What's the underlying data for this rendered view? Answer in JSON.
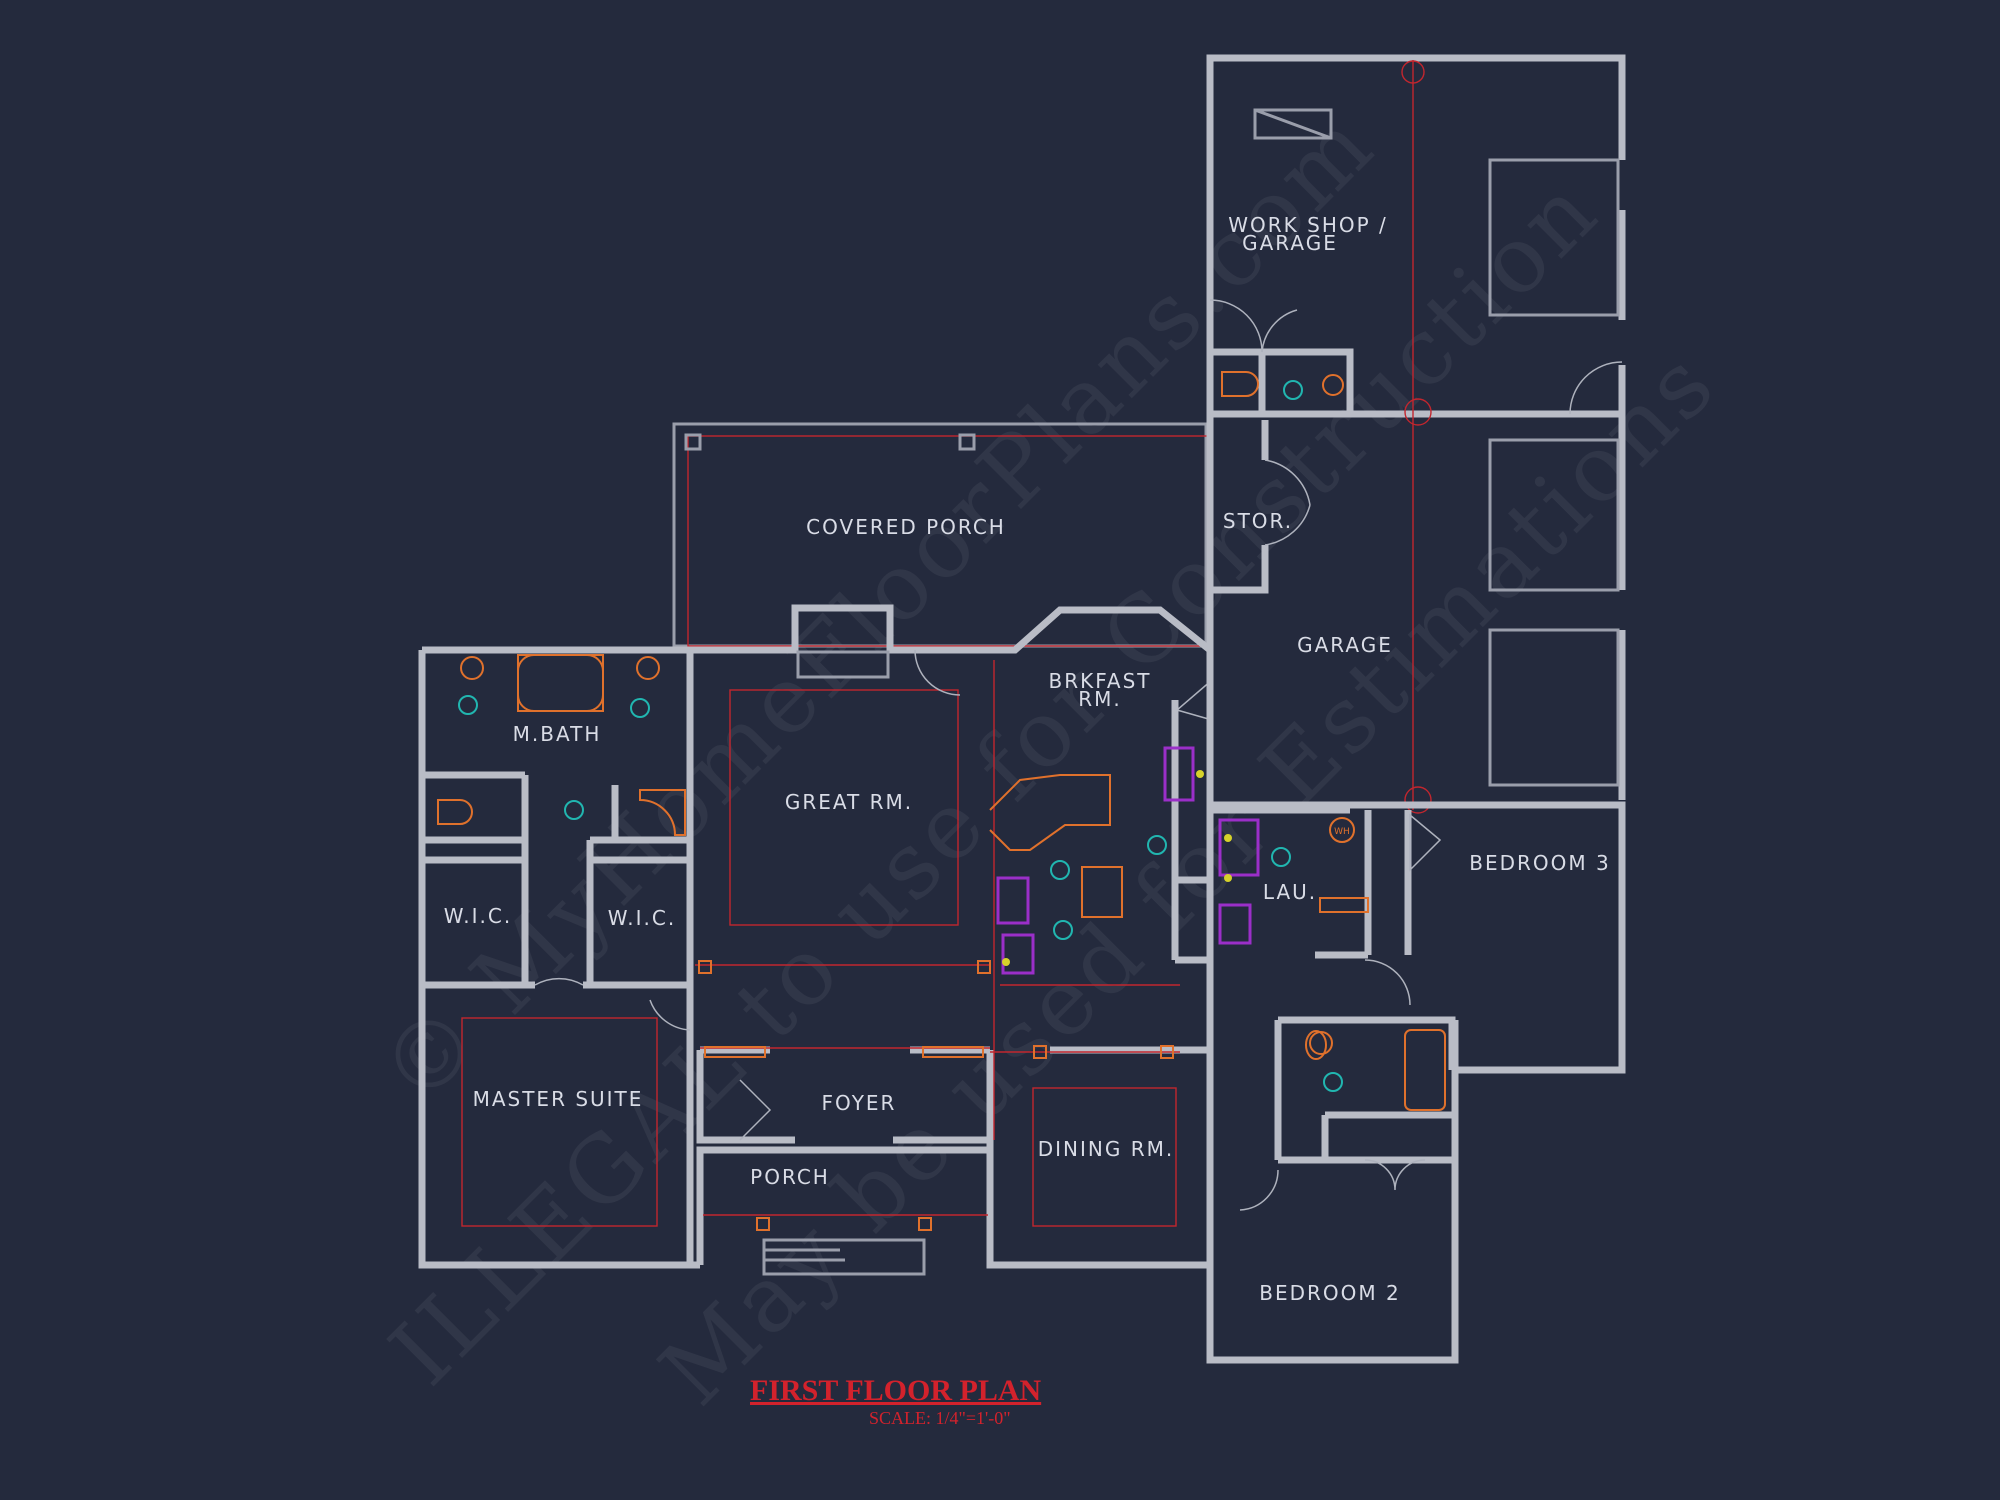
{
  "plan": {
    "title": "FIRST FLOOR PLAN",
    "scale": "SCALE: 1/4\"=1'-0\""
  },
  "rooms": {
    "workshop_line1": "WORK SHOP /",
    "workshop_line2": "GARAGE",
    "covered_porch": "COVERED PORCH",
    "stor": "STOR.",
    "garage": "GARAGE",
    "brkfast_line1": "BRKFAST",
    "brkfast_line2": "RM.",
    "m_bath": "M.BATH",
    "great_rm": "GREAT RM.",
    "wic_left": "W.I.C.",
    "wic_right": "W.I.C.",
    "lau": "LAU.",
    "bedroom3": "BEDROOM 3",
    "master_suite": "MASTER SUITE",
    "foyer": "FOYER",
    "dining_rm": "DINING RM.",
    "porch": "PORCH",
    "bedroom2": "BEDROOM 2"
  },
  "fixture_labels": {
    "water_heater": "WH"
  },
  "watermark": {
    "line1": "© MyHomeFloorPlans.com",
    "line2": "ILLEGAL to use for Construction",
    "line3": "May be used for Estimations"
  },
  "colors": {
    "background": "#242a3d",
    "walls": "#b9bcc6",
    "red_lines": "#c2262e",
    "fixtures": "#e0712c",
    "appliances": "#9b2fc9",
    "lights": "#21b6b0"
  }
}
